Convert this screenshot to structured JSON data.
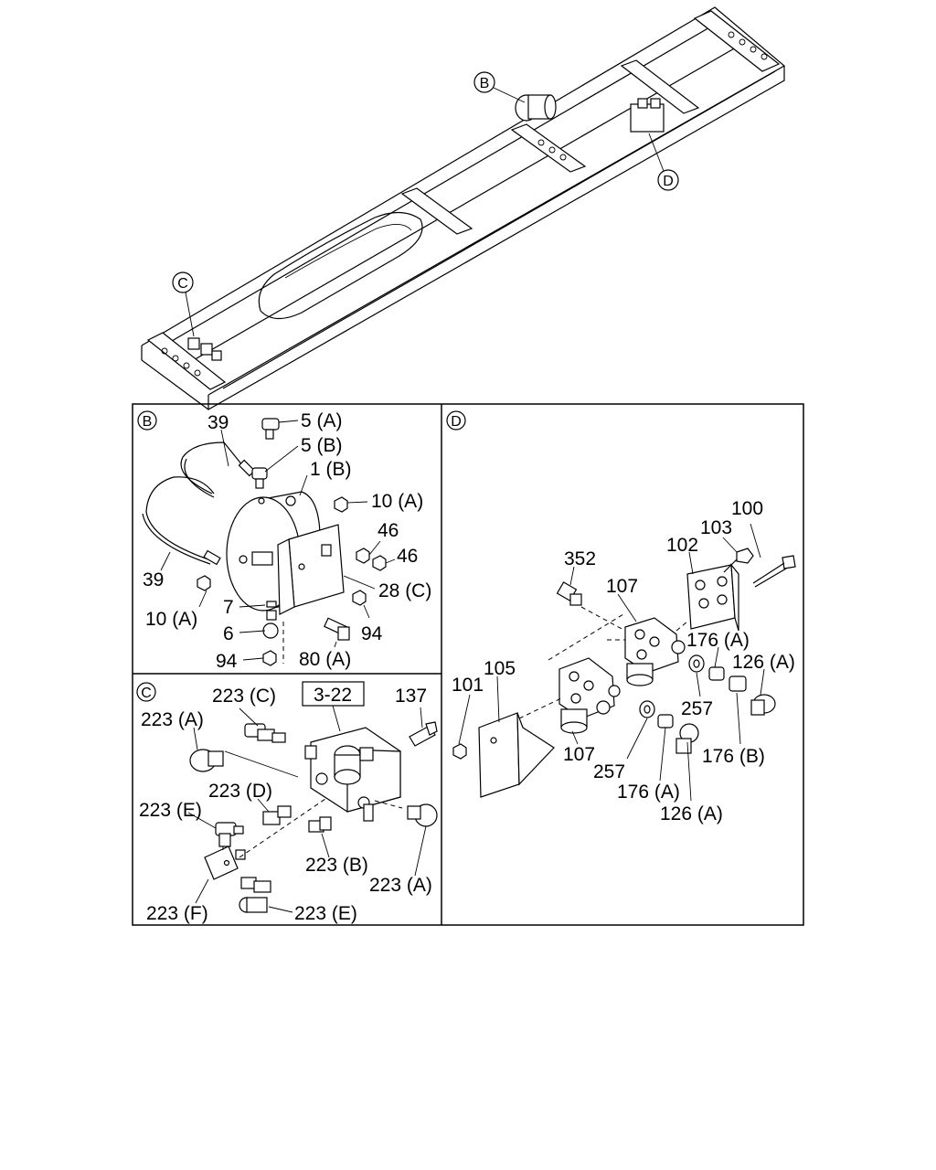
{
  "overview": {
    "callout_b": "B",
    "callout_c": "C",
    "callout_d": "D"
  },
  "panel_b": {
    "tag": "B",
    "labels": {
      "l39_top": "39",
      "l5a": "5 (A)",
      "l5b": "5 (B)",
      "l1b": "1 (B)",
      "l10a_right": "10 (A)",
      "l46a": "46",
      "l46b": "46",
      "l28c": "28 (C)",
      "l39_left": "39",
      "l10a_left": "10 (A)",
      "l7": "7",
      "l6": "6",
      "l94_right": "94",
      "l94_left": "94",
      "l80a": "80 (A)"
    }
  },
  "panel_c": {
    "tag": "C",
    "ref_box": "3-22",
    "labels": {
      "l223c": "223 (C)",
      "l137": "137",
      "l223a_left": "223 (A)",
      "l223d": "223 (D)",
      "l223e_top": "223 (E)",
      "l223b": "223 (B)",
      "l223a_right": "223 (A)",
      "l223f": "223 (F)",
      "l223e_bottom": "223 (E)"
    }
  },
  "panel_d": {
    "tag": "D",
    "labels": {
      "l100": "100",
      "l103": "103",
      "l102": "102",
      "l352": "352",
      "l107_top": "107",
      "l176a_top": "176 (A)",
      "l126a_top": "126 (A)",
      "l101": "101",
      "l105": "105",
      "l257_right": "257",
      "l107_bottom": "107",
      "l176b": "176 (B)",
      "l257_left": "257",
      "l176a_bottom": "176 (A)",
      "l126a_bottom": "126 (A)"
    }
  }
}
